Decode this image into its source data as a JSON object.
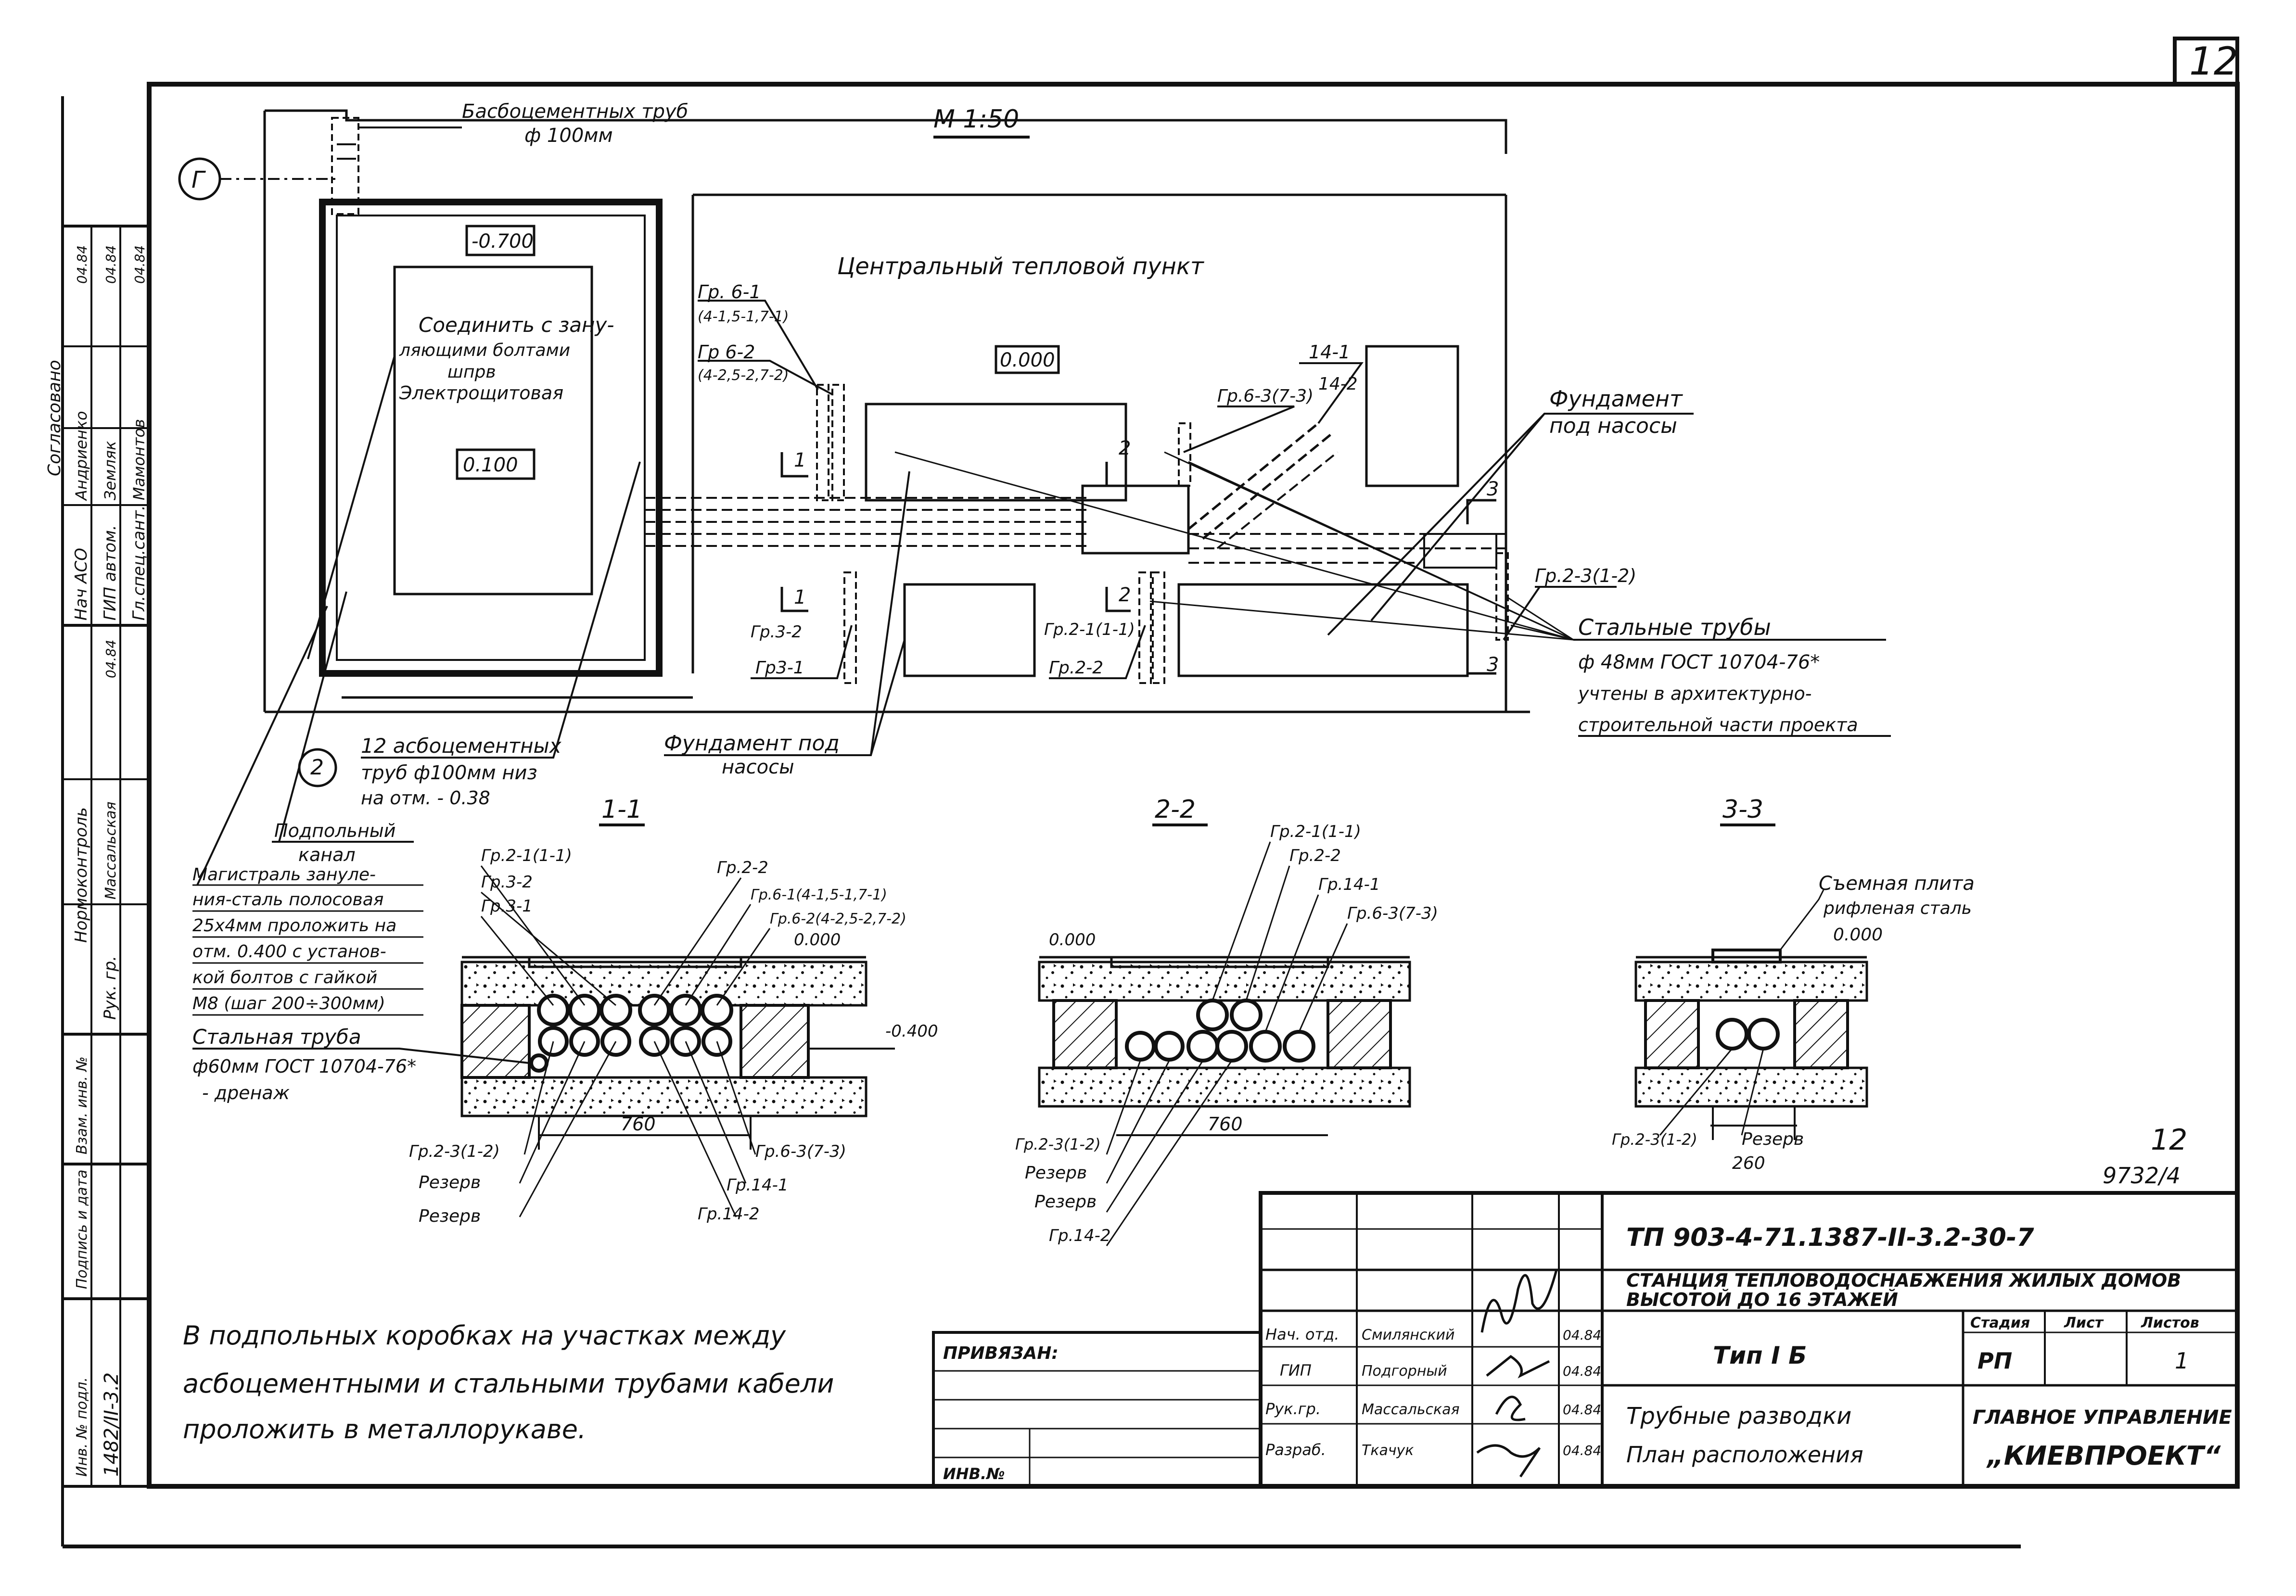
{
  "sheet": {
    "number": "12",
    "scale": "М 1:50"
  },
  "plan": {
    "top_pipes": [
      "Басбоцементных труб",
      "ф 100мм"
    ],
    "axis_g": "Г",
    "axis_2": "2",
    "level_room": "-0.700",
    "room_note": [
      "Соединить с зану-",
      "ляющими болтами",
      "шпрв"
    ],
    "room_name": "Электрощитовая",
    "level_board": "0.100",
    "main_room": "Центральный тепловой пункт",
    "level_main": "0.000",
    "gr_6_1": [
      "Гр. 6-1",
      "(4-1,5-1,7-1)"
    ],
    "gr_6_2": [
      "Гр 6-2",
      "(4-2,5-2,7-2)"
    ],
    "gr_14_1": "14-1",
    "gr_14_2": "14-2",
    "gr_6_3": "Гр.6-3(7-3)",
    "foundation_right": [
      "Фундамент",
      "под насосы"
    ],
    "gr_2_3": "Гр.2-3(1-2)",
    "gr_3_2": "Гр.3-2",
    "gr_3_1": "Гр3-1",
    "gr_2_1": "Гр.2-1(1-1)",
    "gr_2_2": "Гр.2-2",
    "steel_pipes": [
      "Стальные трубы",
      "ф 48мм ГОСТ 10704-76*",
      "учтены в архитектурно-",
      "строительной части проекта"
    ],
    "foundation_bottom": [
      "Фундамент под",
      "насосы"
    ],
    "asbestos_note": [
      "12 асбоцементных",
      "труб ф100мм низ",
      "на отм. - 0.38"
    ],
    "channel": [
      "Подпольный",
      "канал"
    ],
    "grounding": [
      "Магистраль зануле-",
      "ния-сталь полосовая",
      "25х4мм проложить на",
      "отм. 0.400 с установ-",
      "кой болтов с гайкой",
      "М8 (шаг 200÷300мм)"
    ],
    "drain": [
      "Стальная труба",
      "ф60мм ГОСТ 10704-76*",
      "- дренаж"
    ],
    "section_marks": [
      "1",
      "2",
      "3"
    ]
  },
  "sections": {
    "s1": {
      "title": "1-1",
      "labels": [
        "Гр.2-1(1-1)",
        "Гр.3-2",
        "Гр.3-1",
        "Гр.2-2",
        "Гр.6-1(4-1,5-1,7-1)",
        "Гр.6-2(4-2,5-2,7-2)"
      ],
      "level_top": "0.000",
      "level_side": "-0.400",
      "dim": "760",
      "bottom_labels": [
        "Гр.2-3(1-2)",
        "Резерв",
        "Резерв",
        "Гр.6-3(7-3)",
        "Гр.14-1",
        "Гр.14-2"
      ]
    },
    "s2": {
      "title": "2-2",
      "labels": [
        "Гр.2-1(1-1)",
        "Гр.2-2",
        "Гр.14-1",
        "Гр.6-3(7-3)"
      ],
      "level_top": "0.000",
      "dim": "760",
      "bottom_labels": [
        "Гр.2-3(1-2)",
        "Резерв",
        "Резерв",
        "Гр.14-2"
      ]
    },
    "s3": {
      "title": "3-3",
      "labels": [
        "Съемная плита",
        "рифленая сталь"
      ],
      "level_top": "0.000",
      "dim": "260",
      "bottom_labels": [
        "Гр.2-3(1-2)",
        "Резерв"
      ]
    }
  },
  "stamp_corner": [
    "12",
    "9732/4"
  ],
  "note": [
    "В подпольных коробках на участках между",
    "асбоцементными и стальными трубами кабели",
    "проложить в металлорукаве."
  ],
  "title_block": {
    "code": "ТП 903-4-71.1387-II-3.2-30-7",
    "project": [
      "СТАНЦИЯ ТЕПЛОВОДОСНАБЖЕНИЯ ЖИЛЫХ ДОМОВ",
      "ВЫСОТОЙ ДО 16 ЭТАЖЕЙ"
    ],
    "type": "Тип I Б",
    "stage_header": "Стадия",
    "sheet_header": "Лист",
    "sheets_header": "Листов",
    "stage": "РП",
    "sheets": "1",
    "drawing_name": [
      "Трубные разводки",
      "План расположения"
    ],
    "org": [
      "ГЛАВНОЕ УПРАВЛЕНИЕ",
      "„КИЕВПРОЕКТ“"
    ],
    "privyazan": "ПРИВЯЗАН:",
    "inv": "ИНВ.№",
    "signers": [
      {
        "role": "Нач. отд.",
        "name": "Смилянский",
        "date": "04.84"
      },
      {
        "role": "ГИП",
        "name": "Подгорный",
        "date": "04.84"
      },
      {
        "role": "Рук.гр.",
        "name": "Массальская",
        "date": "04.84"
      },
      {
        "role": "Разраб.",
        "name": "Ткачук",
        "date": "04.84"
      }
    ]
  },
  "left_margin": {
    "approved": "Согласовано",
    "rows": [
      {
        "role": "Нач АСО",
        "name": "Андриенко",
        "date": "04.84"
      },
      {
        "role": "ГИП автом.",
        "name": "Земляк",
        "date": "04.84"
      },
      {
        "role": "Гл.спец.сант.",
        "name": "Мамонтов",
        "date": "04.84"
      }
    ],
    "normcontrol": "Нормоконтроль",
    "normcontrol_name": "Массальская",
    "normcontrol_date": "04.84",
    "ruk": "Рук. гр.",
    "inv_zam": "Взам. инв. №",
    "sign_date": "Подпись и дата",
    "inv_orig": "Инв. № подл.",
    "inv_orig_val": "1482/II-3.2"
  }
}
